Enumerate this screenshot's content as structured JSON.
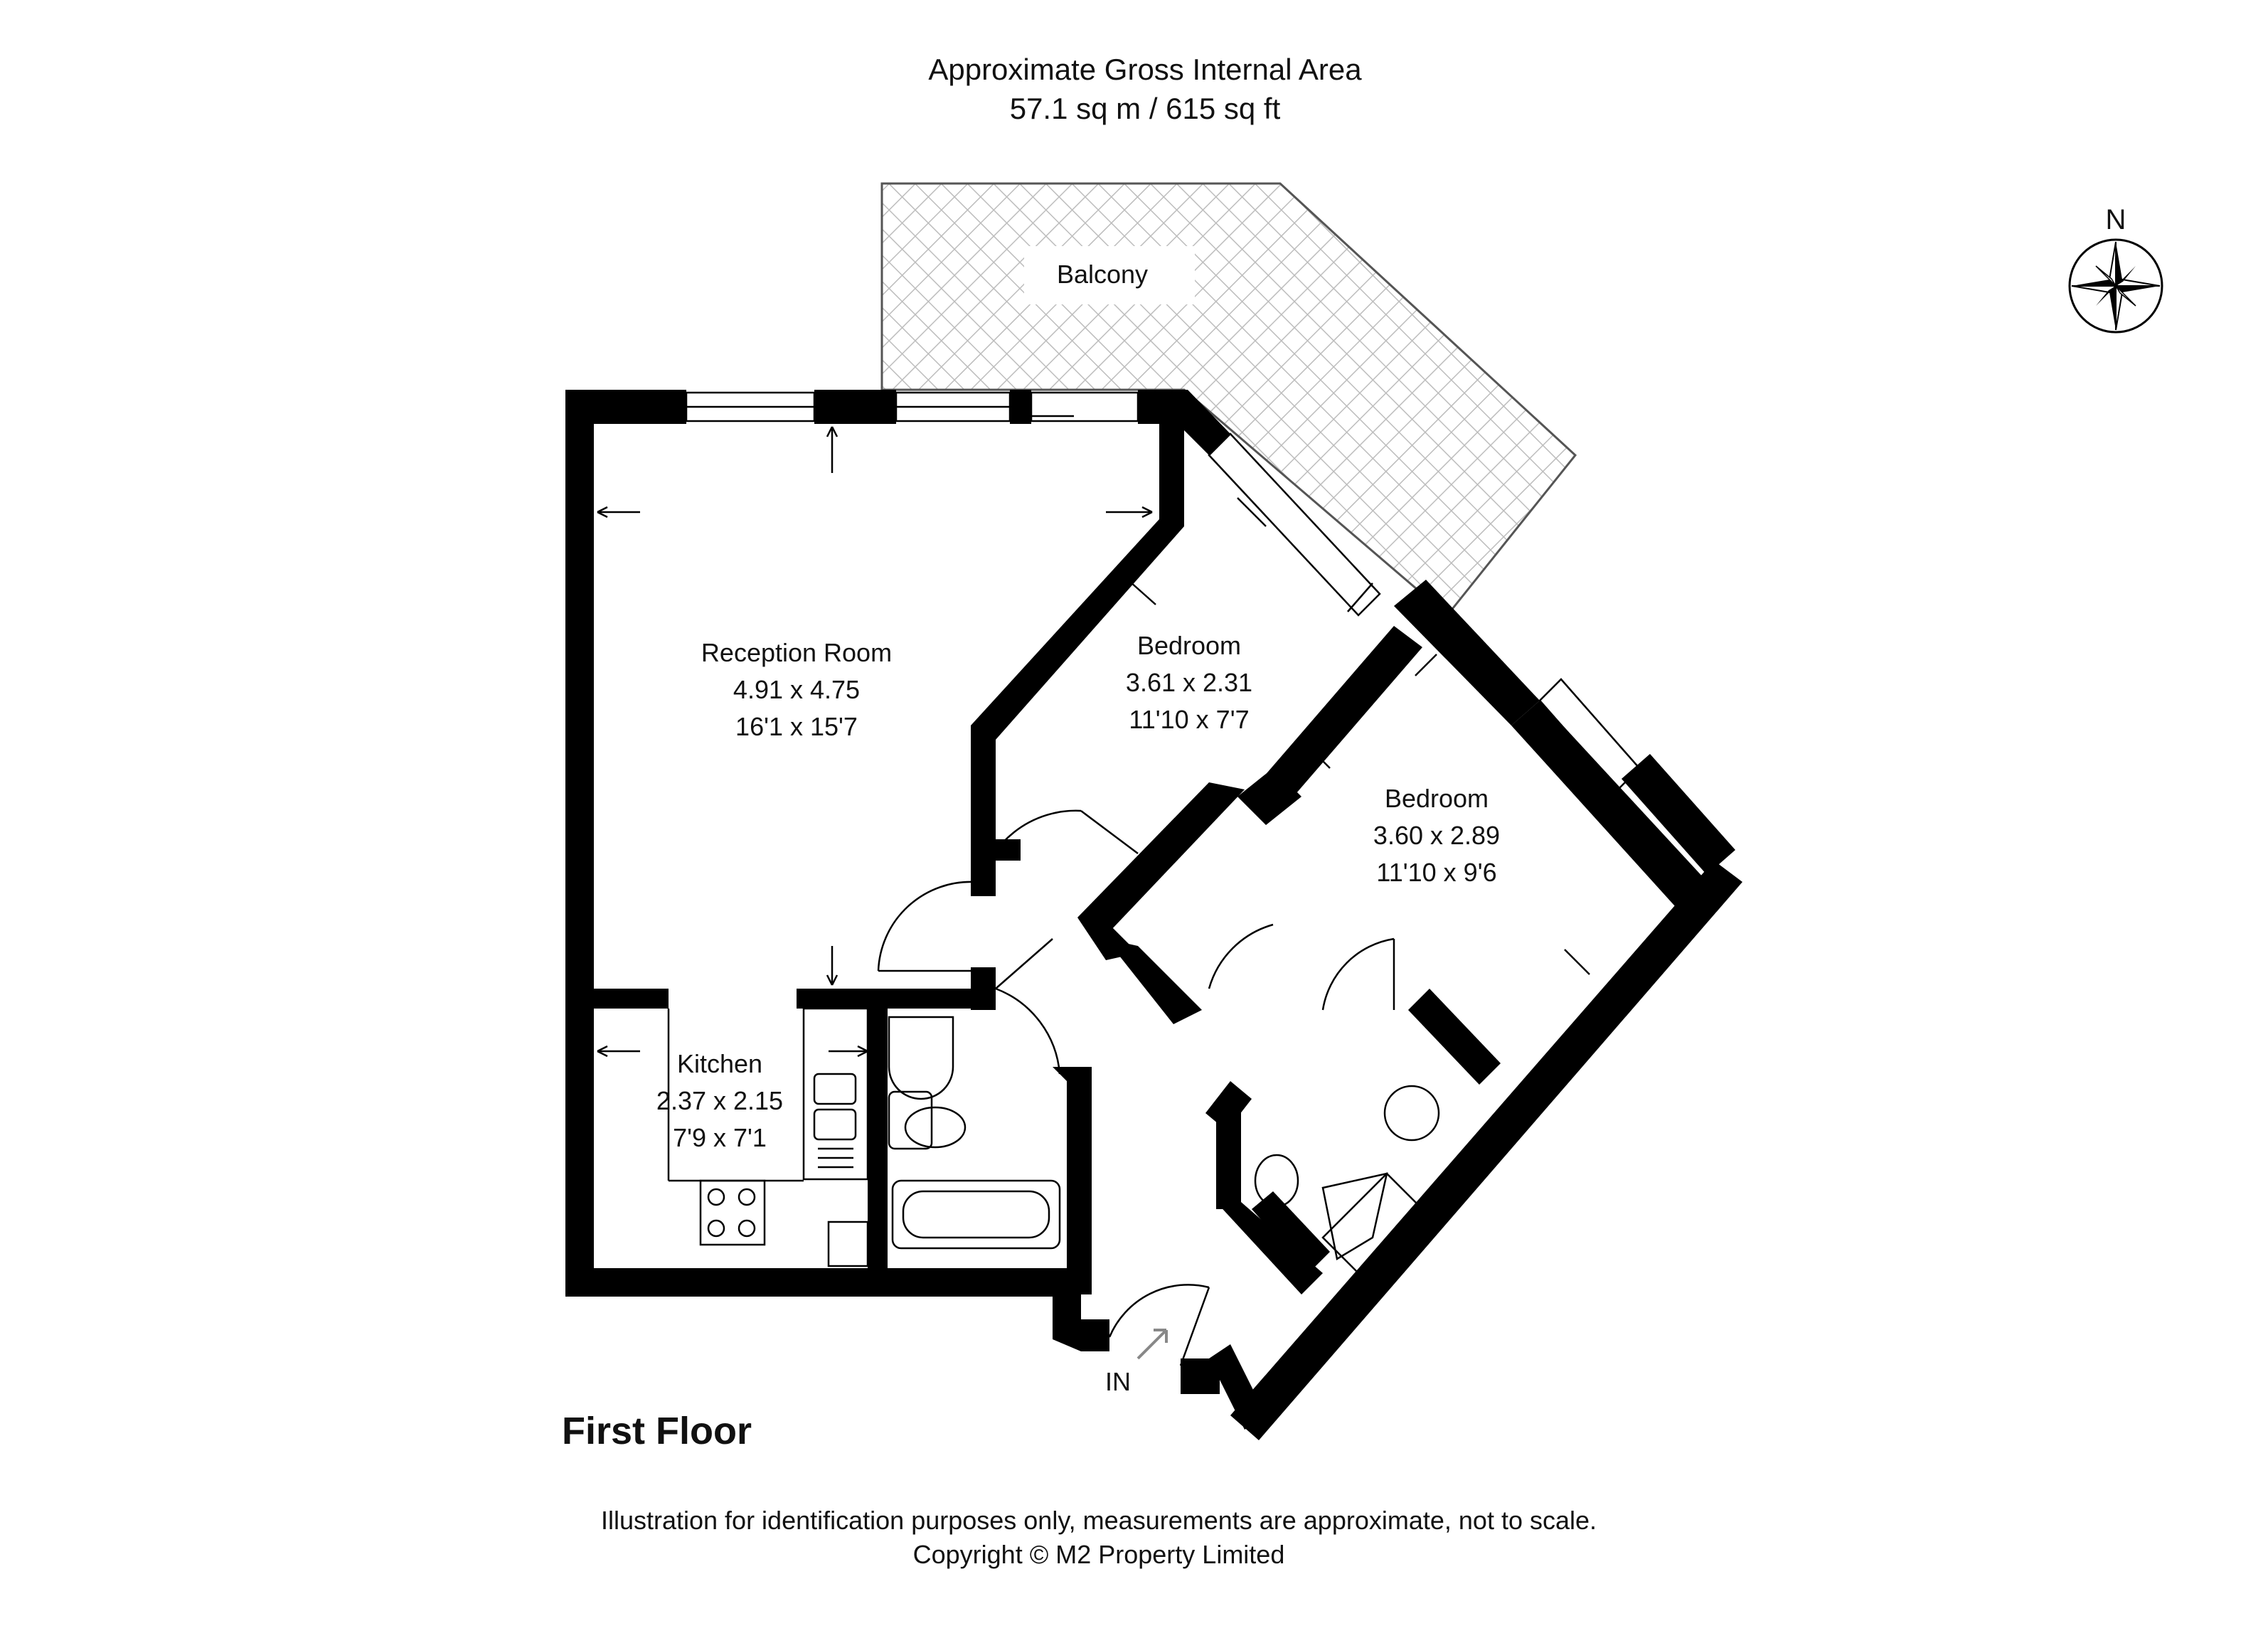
{
  "header": {
    "line1": "Approximate Gross Internal Area",
    "line2": "57.1 sq m / 615 sq ft"
  },
  "compass": {
    "label": "N",
    "icon": "north-compass-icon"
  },
  "rooms": {
    "balcony": {
      "name": "Balcony"
    },
    "reception": {
      "name": "Reception Room",
      "metric": "4.91 x 4.75",
      "imperial": "16'1 x 15'7"
    },
    "bedroom1": {
      "name": "Bedroom",
      "metric": "3.61 x 2.31",
      "imperial": "11'10 x 7'7"
    },
    "bedroom2": {
      "name": "Bedroom",
      "metric": "3.60 x 2.89",
      "imperial": "11'10 x 9'6"
    },
    "kitchen": {
      "name": "Kitchen",
      "metric": "2.37 x 2.15",
      "imperial": "7'9 x 7'1"
    }
  },
  "entrance": {
    "label": "IN"
  },
  "floor_label": "First Floor",
  "footer": {
    "line1": "Illustration for identification purposes only, measurements are approximate, not to scale.",
    "line2": "Copyright © M2 Property Limited"
  }
}
